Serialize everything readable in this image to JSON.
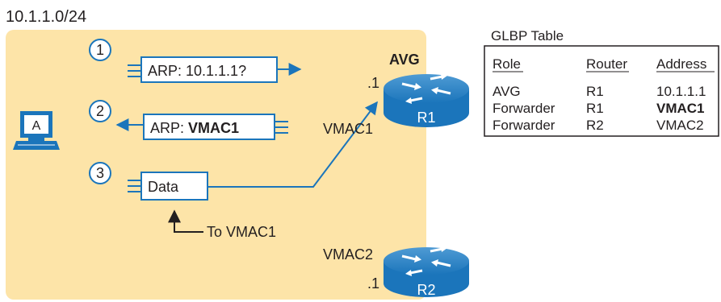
{
  "subnet_label": "10.1.1.0/24",
  "steps": [
    "1",
    "2",
    "3"
  ],
  "host": {
    "label": "A"
  },
  "messages": {
    "arp_request": "ARP: 10.1.1.1?",
    "arp_reply_prefix": "ARP: ",
    "arp_reply_vmac": "VMAC1",
    "data": "Data"
  },
  "to_vmac_label": "To VMAC1",
  "routers": [
    {
      "name": "R1",
      "role_label": "AVG",
      "ip": ".1",
      "vmac": "VMAC1"
    },
    {
      "name": "R2",
      "ip": ".1",
      "vmac": "VMAC2"
    }
  ],
  "glbp_table": {
    "title": "GLBP Table",
    "headers": [
      "Role",
      "Router",
      "Address"
    ],
    "rows": [
      [
        "AVG",
        "R1",
        "10.1.1.1"
      ],
      [
        "Forwarder",
        "R1",
        "VMAC1"
      ],
      [
        "Forwarder",
        "R2",
        "VMAC2"
      ]
    ]
  },
  "colors": {
    "subnet_bg": "#fde4a8",
    "accent": "#1b75bb",
    "router_body": "#1b75bb",
    "host_blue": "#1b75bb"
  }
}
